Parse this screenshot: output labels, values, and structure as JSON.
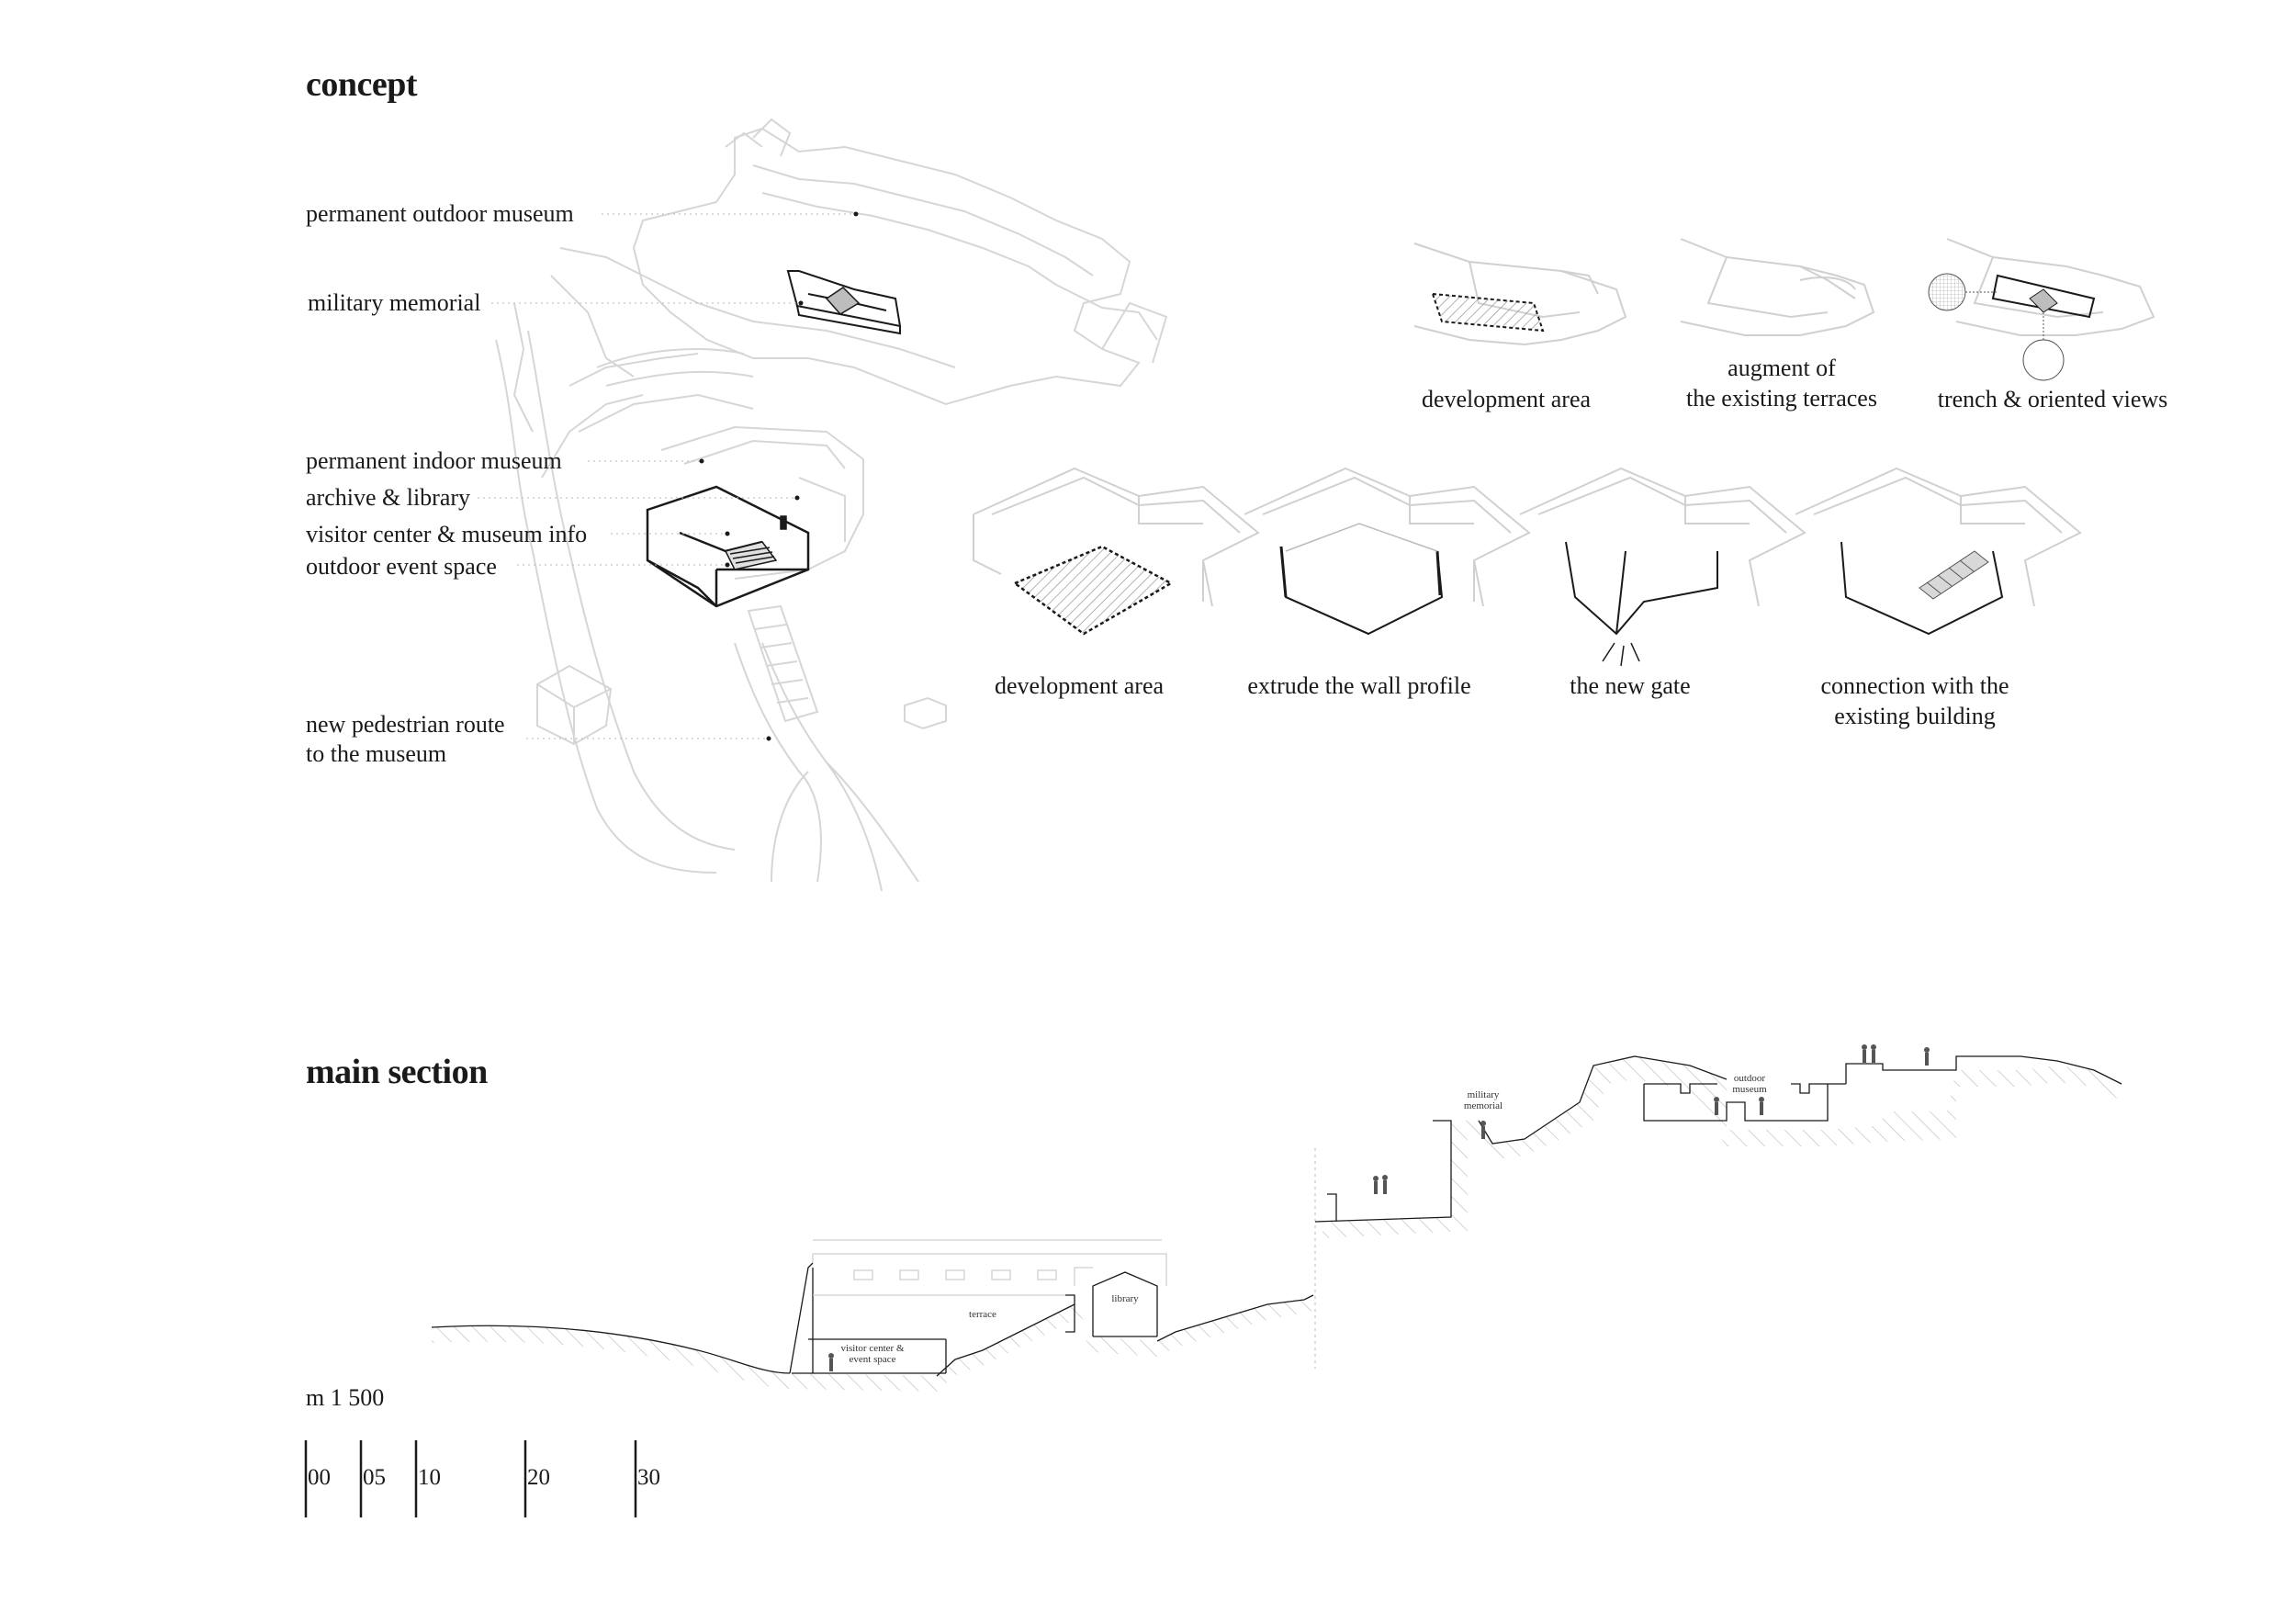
{
  "concept": {
    "title": "concept",
    "labels": [
      {
        "id": "outdoor",
        "text": "permanent outdoor museum"
      },
      {
        "id": "memorial",
        "text": "military memorial"
      },
      {
        "id": "indoor",
        "text": "permanent indoor museum"
      },
      {
        "id": "archive",
        "text": "archive & library"
      },
      {
        "id": "visitor",
        "text": "visitor center & museum info"
      },
      {
        "id": "event",
        "text": "outdoor event space"
      },
      {
        "id": "route1",
        "text": "new pedestrian route"
      },
      {
        "id": "route2",
        "text": "to the museum"
      }
    ],
    "top_steps": [
      {
        "lines": [
          "development area"
        ]
      },
      {
        "lines": [
          "augment of",
          "the existing terraces"
        ]
      },
      {
        "lines": [
          "trench & oriented views"
        ]
      }
    ],
    "bottom_steps": [
      {
        "lines": [
          "development area"
        ]
      },
      {
        "lines": [
          "extrude the wall profile"
        ]
      },
      {
        "lines": [
          "the new gate"
        ]
      },
      {
        "lines": [
          "connection with the",
          "existing building"
        ]
      }
    ]
  },
  "section": {
    "title": "main section",
    "labels": {
      "terrace": "terrace",
      "library": "library",
      "visitor_1": "visitor center &",
      "visitor_2": "event space",
      "memorial_1": "military",
      "memorial_2": "memorial",
      "outdoor_1": "outdoor",
      "outdoor_2": "museum"
    }
  },
  "scale": {
    "label": "m 1 500",
    "ticks": [
      "00",
      "05",
      "10",
      "20",
      "30"
    ]
  },
  "colors": {
    "ink": "#1a1a1a",
    "faint": "#d4d4d4",
    "hatch": "#b8b8b8"
  }
}
